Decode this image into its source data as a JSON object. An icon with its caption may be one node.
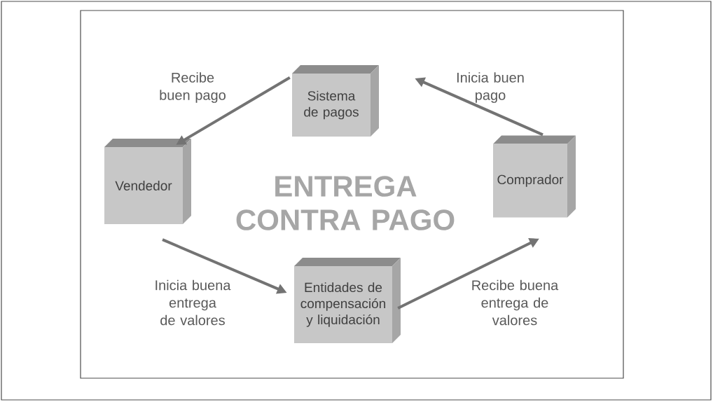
{
  "diagram": {
    "title": "ENTREGA CONTRA PAGO",
    "nodes": [
      {
        "text": [
          "Sistema de pagos"
        ]
      },
      {
        "text": [
          "Vendedor"
        ]
      },
      {
        "text": [
          "Comprador"
        ]
      },
      {
        "text": [
          "Entidades de compensación y liquidación"
        ]
      }
    ],
    "edges": [
      {
        "from": 0,
        "to": 1,
        "arrow": "to",
        "label": "Recibe buen pago"
      },
      {
        "from": 2,
        "to": 0,
        "arrow": "to",
        "label": "Inicia buen pago"
      },
      {
        "from": 1,
        "to": 3,
        "arrow": "to",
        "label": "Inicia buena entrega de valores"
      },
      {
        "from": 3,
        "to": 2,
        "arrow": "to",
        "label": "Recibe buena entrega de valores"
      }
    ]
  }
}
